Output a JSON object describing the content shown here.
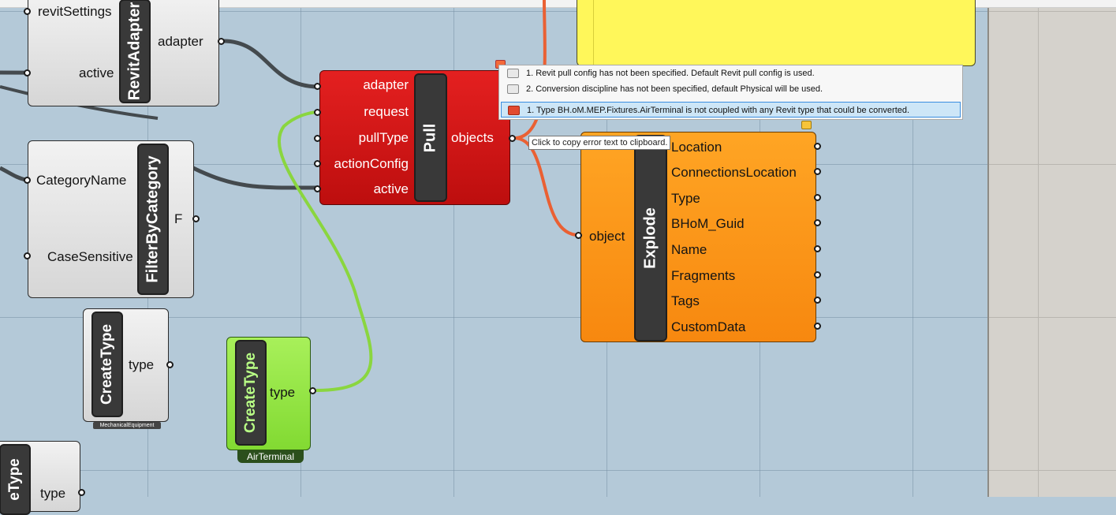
{
  "colors": {
    "canvas": "#b4c9d8",
    "error_component": "#d51a1a",
    "explode_component": "#fb9519",
    "active_createtype": "#95e646",
    "warning_panel": "#fff75a",
    "wire_dark": "#444a4e",
    "wire_error": "#ea6033",
    "wire_selected": "#8ad63f"
  },
  "components": {
    "revit_adapter": {
      "name": "RevitAdapter",
      "inputs": [
        "revitSettings",
        "active"
      ],
      "outputs": [
        "adapter"
      ]
    },
    "filter_by_category": {
      "name": "FilterByCategory",
      "inputs": [
        "CategoryName",
        "CaseSensitive"
      ],
      "outputs": [
        "F"
      ]
    },
    "pull": {
      "name": "Pull",
      "inputs": [
        "adapter",
        "request",
        "pullType",
        "actionConfig",
        "active"
      ],
      "outputs": [
        "objects"
      ]
    },
    "explode": {
      "name": "Explode",
      "inputs": [
        "object"
      ],
      "outputs": [
        "Location",
        "ConnectionsLocation",
        "Type",
        "BHoM_Guid",
        "Name",
        "Fragments",
        "Tags",
        "CustomData"
      ]
    },
    "create_type_mech": {
      "name": "CreateType",
      "output": "type",
      "tag": "MechanicalEquipment"
    },
    "create_type_air": {
      "name": "CreateType",
      "output": "type",
      "tag": "AirTerminal"
    },
    "create_type_partial": {
      "name": "eType",
      "output": "type"
    }
  },
  "messages": [
    {
      "icon": "remark-icon",
      "text": "1. Revit pull config has not been specified. Default Revit pull config is used."
    },
    {
      "icon": "remark-icon",
      "text": "2. Conversion discipline has not been specified, default Physical will be used."
    },
    {
      "icon": "error-icon",
      "text": "1. Type BH.oM.MEP.Fixtures.AirTerminal is not coupled with any Revit type that could be converted."
    }
  ],
  "tooltip": "Click to copy error text to clipboard."
}
